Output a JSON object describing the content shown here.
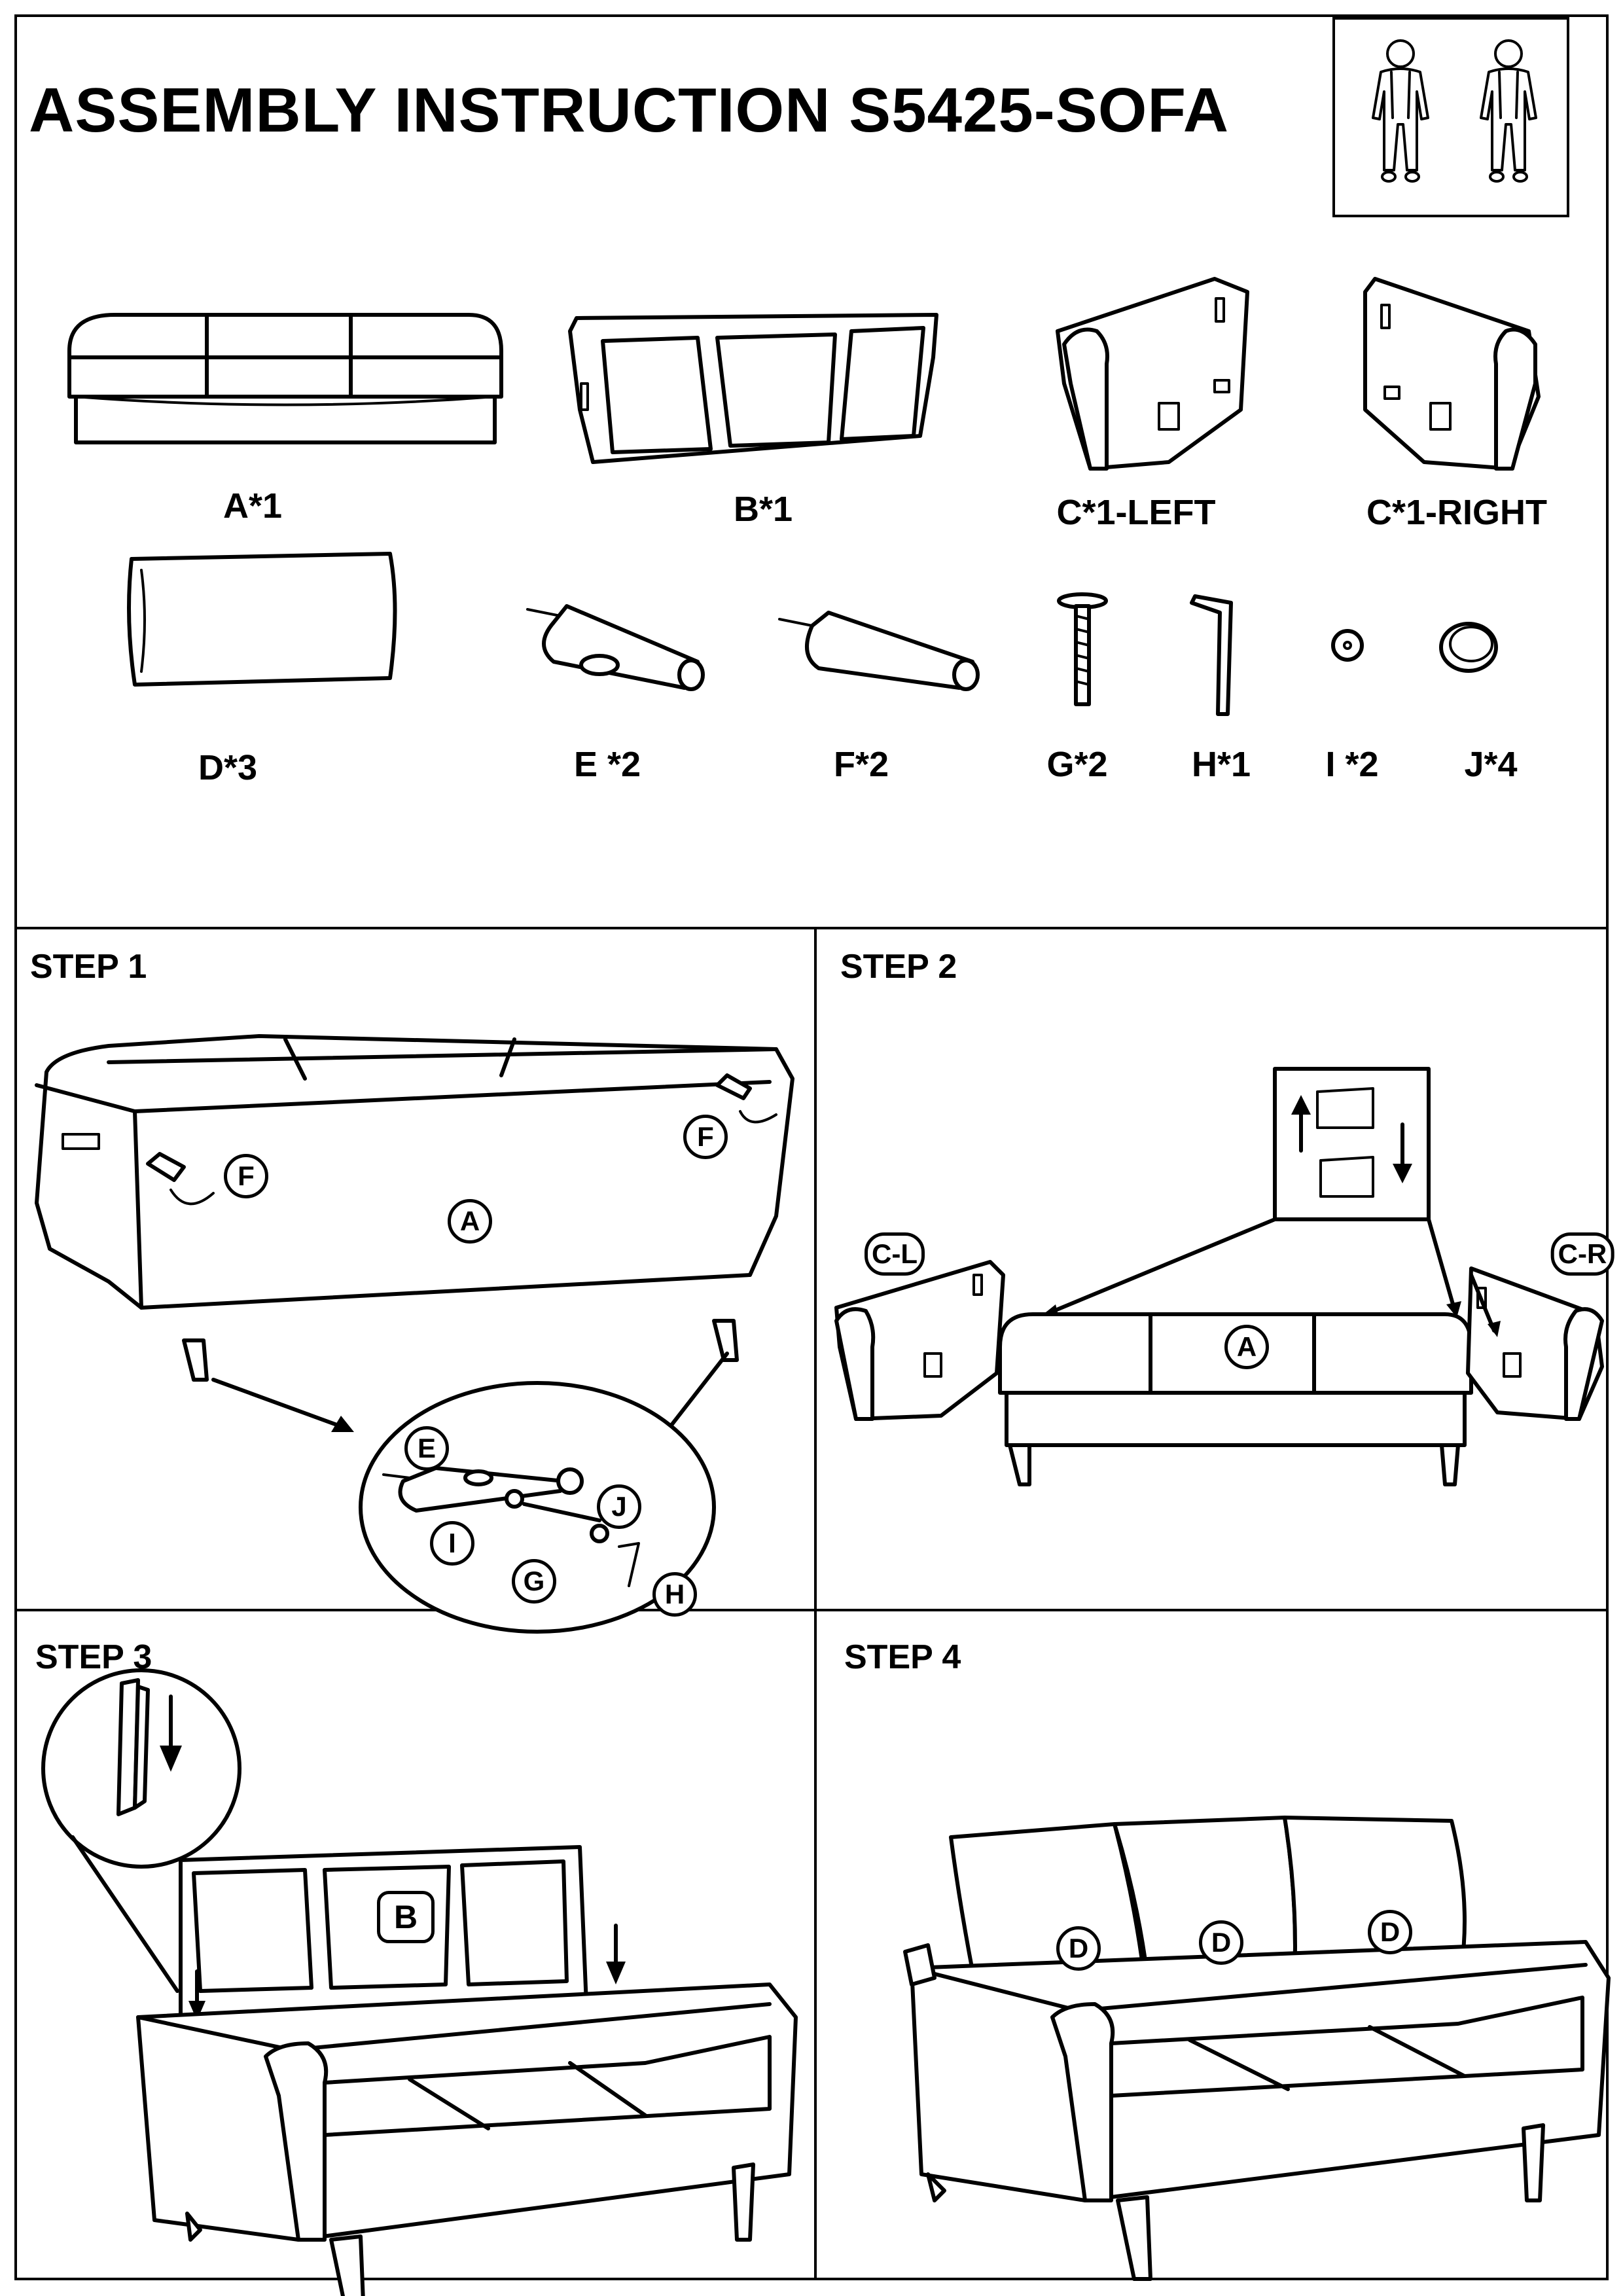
{
  "title": "ASSEMBLY INSTRUCTION S5425-SOFA",
  "icons": {
    "assembly_people": "two-person-assembly-icon"
  },
  "parts": [
    {
      "id": "A",
      "label": "A*1",
      "icon": "seat-base-icon"
    },
    {
      "id": "B",
      "label": "B*1",
      "icon": "backrest-icon"
    },
    {
      "id": "C-LEFT",
      "label": "C*1-LEFT",
      "icon": "left-armrest-icon"
    },
    {
      "id": "C-RIGHT",
      "label": "C*1-RIGHT",
      "icon": "right-armrest-icon"
    },
    {
      "id": "D",
      "label": "D*3",
      "icon": "cushion-icon"
    },
    {
      "id": "E",
      "label": "E *2",
      "icon": "leg-with-hole-icon"
    },
    {
      "id": "F",
      "label": "F*2",
      "icon": "leg-icon"
    },
    {
      "id": "G",
      "label": "G*2",
      "icon": "bolt-icon"
    },
    {
      "id": "H",
      "label": "H*1",
      "icon": "allen-key-icon"
    },
    {
      "id": "I",
      "label": "I *2",
      "icon": "washer-icon"
    },
    {
      "id": "J",
      "label": "J*4",
      "icon": "cap-icon"
    }
  ],
  "steps": [
    {
      "title": "STEP 1",
      "callouts": {
        "main": "A",
        "leg_left": "F",
        "leg_right": "F",
        "detail_e": "E",
        "detail_j": "J",
        "detail_i": "I",
        "detail_g": "G",
        "detail_h": "H"
      }
    },
    {
      "title": "STEP 2",
      "callouts": {
        "left_arm": "C-L",
        "right_arm": "C-R",
        "seat": "A"
      }
    },
    {
      "title": "STEP 3",
      "callouts": {
        "backrest": "B"
      }
    },
    {
      "title": "STEP 4",
      "callouts": {
        "cushions": [
          "D",
          "D",
          "D"
        ]
      }
    }
  ]
}
